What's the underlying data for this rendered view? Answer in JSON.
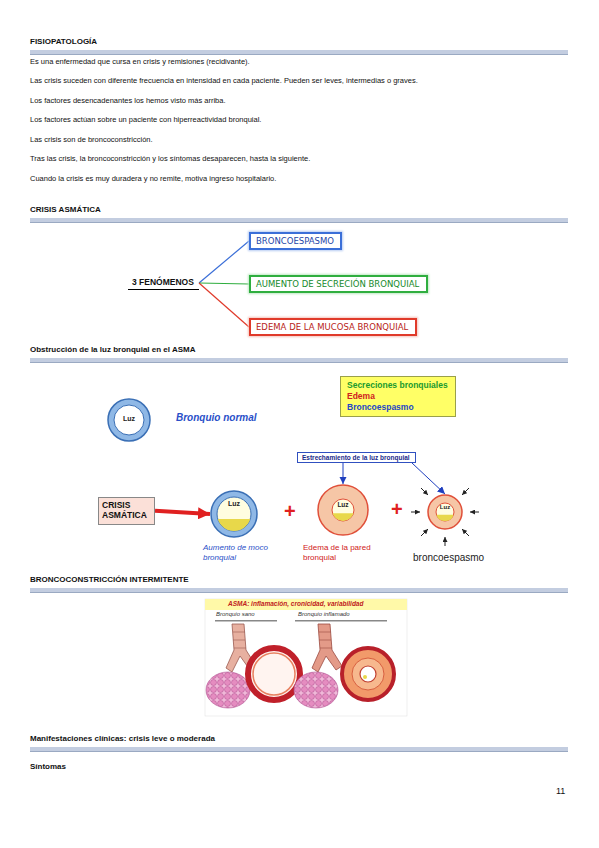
{
  "diagram": {
    "nodes": [
      {
        "text": [
          "3 FENÓMENOS"
        ]
      },
      {
        "text": [
          "BRONCOESPASMO"
        ]
      },
      {
        "text": [
          "AUMENTO DE SECRECIÓN BRONQUIAL"
        ]
      },
      {
        "text": [
          "EDEMA DE LA MUCOSA BRONQUIAL"
        ]
      },
      {
        "text": [
          "Secreciones bronquiales",
          "Edema",
          "Broncoespasmo"
        ]
      },
      {
        "text": [
          "Luz"
        ]
      },
      {
        "text": [
          "CRISIS ASMÁTICA"
        ]
      },
      {
        "text": [
          "Luz"
        ]
      },
      {
        "text": [
          "Luz"
        ]
      },
      {
        "text": [
          "Luz"
        ]
      },
      {
        "text": [
          "Estrechamiento de la luz bronquial"
        ]
      }
    ],
    "edges": [
      {
        "from": 0,
        "to": 1,
        "arrow": "none"
      },
      {
        "from": 0,
        "to": 2,
        "arrow": "none"
      },
      {
        "from": 0,
        "to": 3,
        "arrow": "none"
      },
      {
        "from": 6,
        "to": 7,
        "arrow": "to"
      },
      {
        "from": 10,
        "to": 8,
        "arrow": "to"
      },
      {
        "from": 10,
        "to": 9,
        "arrow": "to"
      }
    ],
    "labels": [
      "FISIOPATOLOGÍA",
      "Es una enfermedad que cursa en crisis y remisiones (recidivante).",
      "Las crisis suceden con diferente frecuencia en intensidad en cada paciente. Pueden ser leves, intermedias o graves.",
      "Los factores desencadenantes los hemos visto más arriba.",
      "Los factores actúan sobre un paciente con hiperreactividad bronquial.",
      "Las crisis son de broncoconstricción.",
      "Tras las crisis, la broncoconstricción y los síntomas desaparecen, hasta la siguiente.",
      "Cuando la crisis es muy duradera y no remite, motiva ingreso hospitalario.",
      "CRISIS ASMÁTICA",
      "Obstrucción de la luz bronquial en el ASMA",
      "Bronquio normal",
      "+",
      "+",
      "Aumento de moco bronquial",
      "Edema de la pared bronquial",
      "broncoespasmo",
      "BRONCOCONSTRICCIÓN INTERMITENTE",
      "ASMA: inflamación, cronicidad, variabilidad",
      "Bronquio sano",
      "Bronquio inflamado",
      "Manifestaciones clínicas: crisis leve o moderada",
      "Síntomas",
      "11"
    ]
  }
}
